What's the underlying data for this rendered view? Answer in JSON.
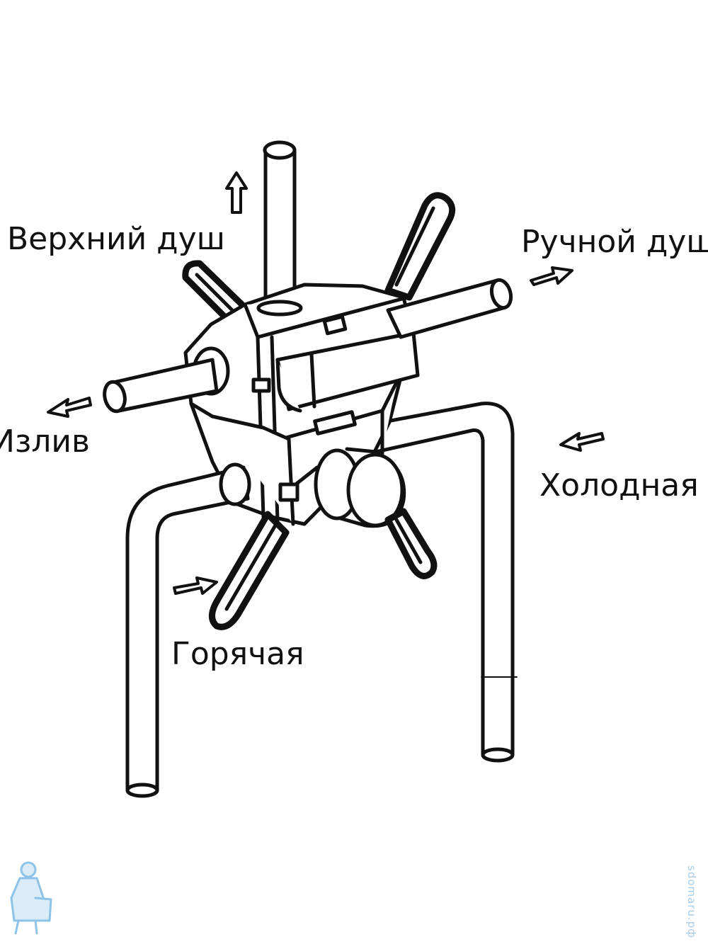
{
  "labels": {
    "top_shower": "Верхний душ",
    "hand_shower": "Ручной душ",
    "spout": "Излив",
    "cold": "Холодная",
    "hot": "Горячая"
  },
  "watermark": "sdomaru.рф",
  "colors": {
    "line": "#111111",
    "fill": "#ffffff",
    "logo": "#8ec3e8"
  }
}
